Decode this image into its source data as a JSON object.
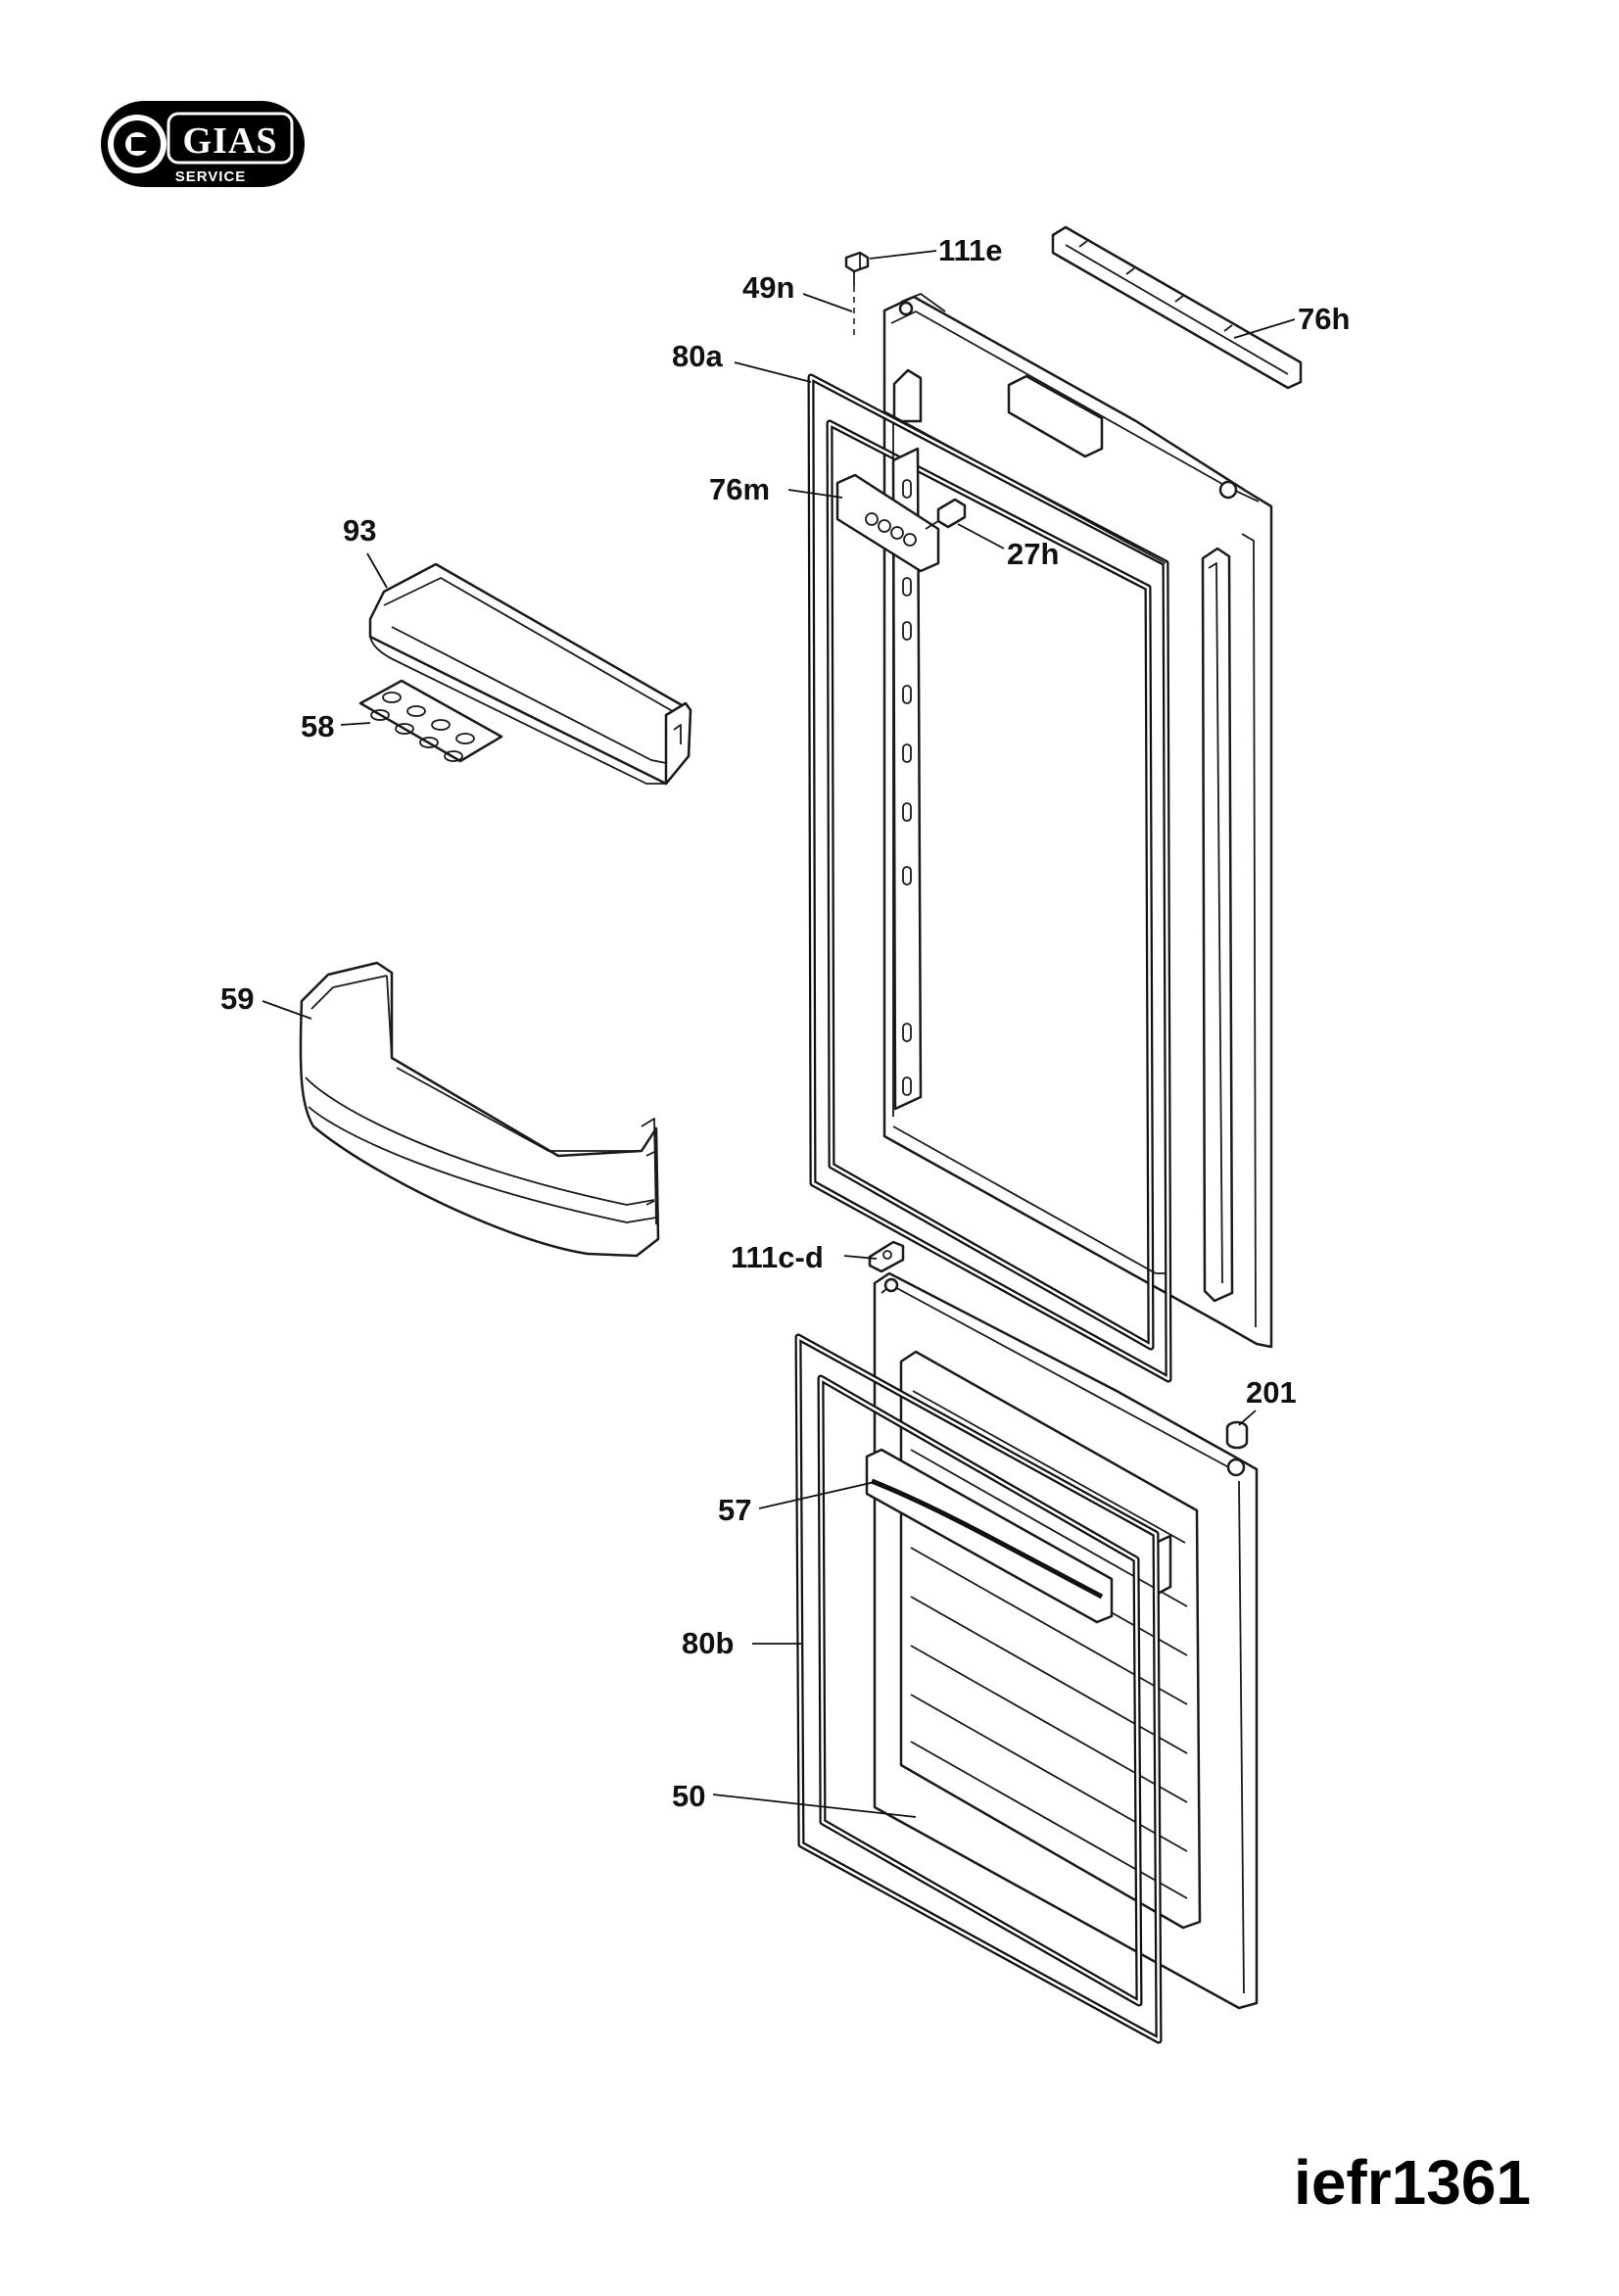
{
  "logo": {
    "brand": "GIAS",
    "subtitle": "SERVICE"
  },
  "model_code": "iefr1361",
  "part_labels": [
    {
      "id": "111e",
      "text": "111e"
    },
    {
      "id": "76h",
      "text": "76h"
    },
    {
      "id": "49n",
      "text": "49n"
    },
    {
      "id": "80a",
      "text": "80a"
    },
    {
      "id": "76m",
      "text": "76m"
    },
    {
      "id": "27h",
      "text": "27h"
    },
    {
      "id": "93",
      "text": "93"
    },
    {
      "id": "58",
      "text": "58"
    },
    {
      "id": "59",
      "text": "59"
    },
    {
      "id": "111c-d",
      "text": "111c-d"
    },
    {
      "id": "201",
      "text": "201"
    },
    {
      "id": "57",
      "text": "57"
    },
    {
      "id": "80b",
      "text": "80b"
    },
    {
      "id": "50",
      "text": "50"
    }
  ],
  "colors": {
    "ink": "#111111",
    "paper": "#ffffff"
  }
}
